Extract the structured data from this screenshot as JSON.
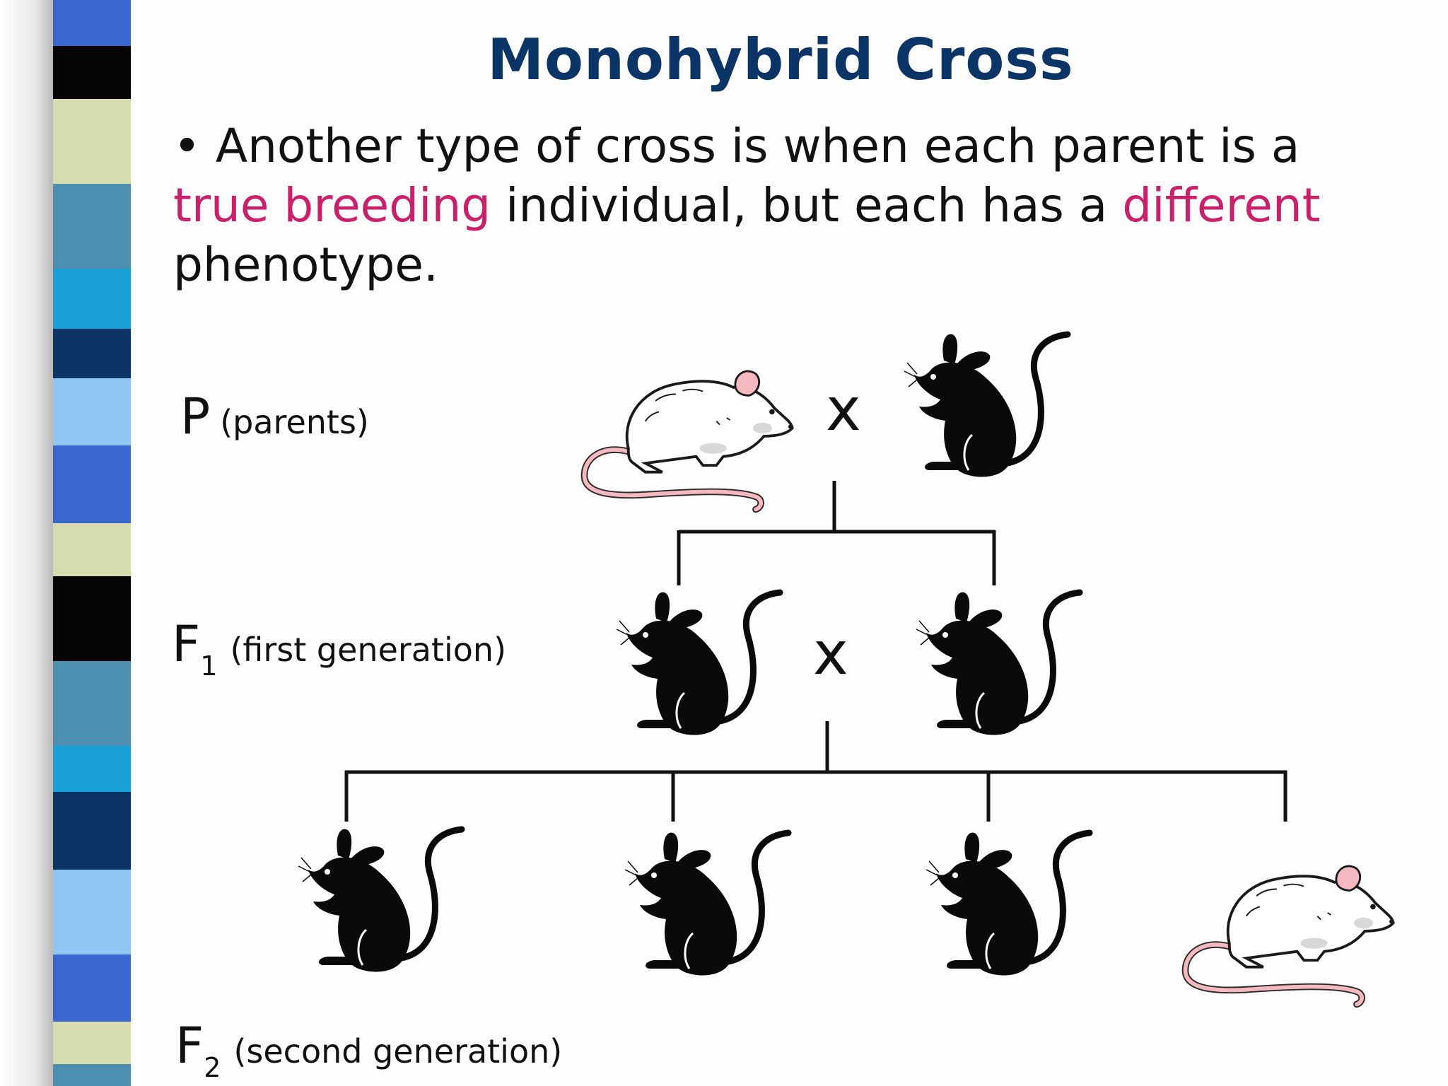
{
  "slide": {
    "title": "Monohybrid Cross",
    "bullet": {
      "marker": "•",
      "part1": "Another type of cross is when each parent is a ",
      "highlight1": "true breeding",
      "part2": " individual, but each has a ",
      "highlight2": "different",
      "part3": " phenotype."
    }
  },
  "generations": {
    "p": {
      "letter": "P",
      "subscript": "",
      "description": "(parents)"
    },
    "f1": {
      "letter": "F",
      "subscript": "1",
      "description": "(first generation)"
    },
    "f2": {
      "letter": "F",
      "subscript": "2",
      "description": "(second generation)"
    }
  },
  "cross_symbol": "x",
  "colors": {
    "title": "#0b3566",
    "highlight": "#cc1f6a",
    "dark_mouse": "#0a0a0a",
    "white_mouse": "#ffffff",
    "tail": "#f4b8c0"
  },
  "mice": {
    "p": [
      "white-mouse",
      "black-mouse"
    ],
    "f1": [
      "black-mouse",
      "black-mouse"
    ],
    "f2": [
      "black-mouse",
      "black-mouse",
      "black-mouse",
      "white-mouse"
    ]
  }
}
